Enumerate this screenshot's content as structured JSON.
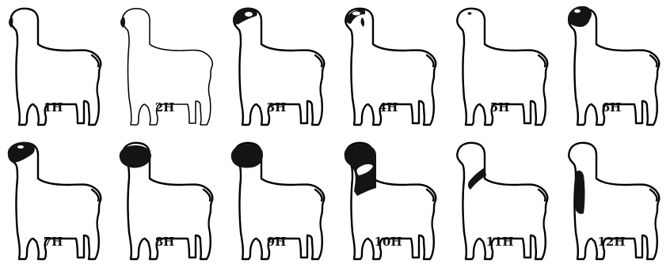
{
  "figure": {
    "panels": [
      {
        "label": "1H"
      },
      {
        "label": "2H"
      },
      {
        "label": "3H"
      },
      {
        "label": "4H"
      },
      {
        "label": "5H"
      },
      {
        "label": "6H"
      },
      {
        "label": "7H"
      },
      {
        "label": "8H"
      },
      {
        "label": "9H"
      },
      {
        "label": "10H"
      },
      {
        "label": "11H"
      },
      {
        "label": "12H"
      }
    ]
  }
}
